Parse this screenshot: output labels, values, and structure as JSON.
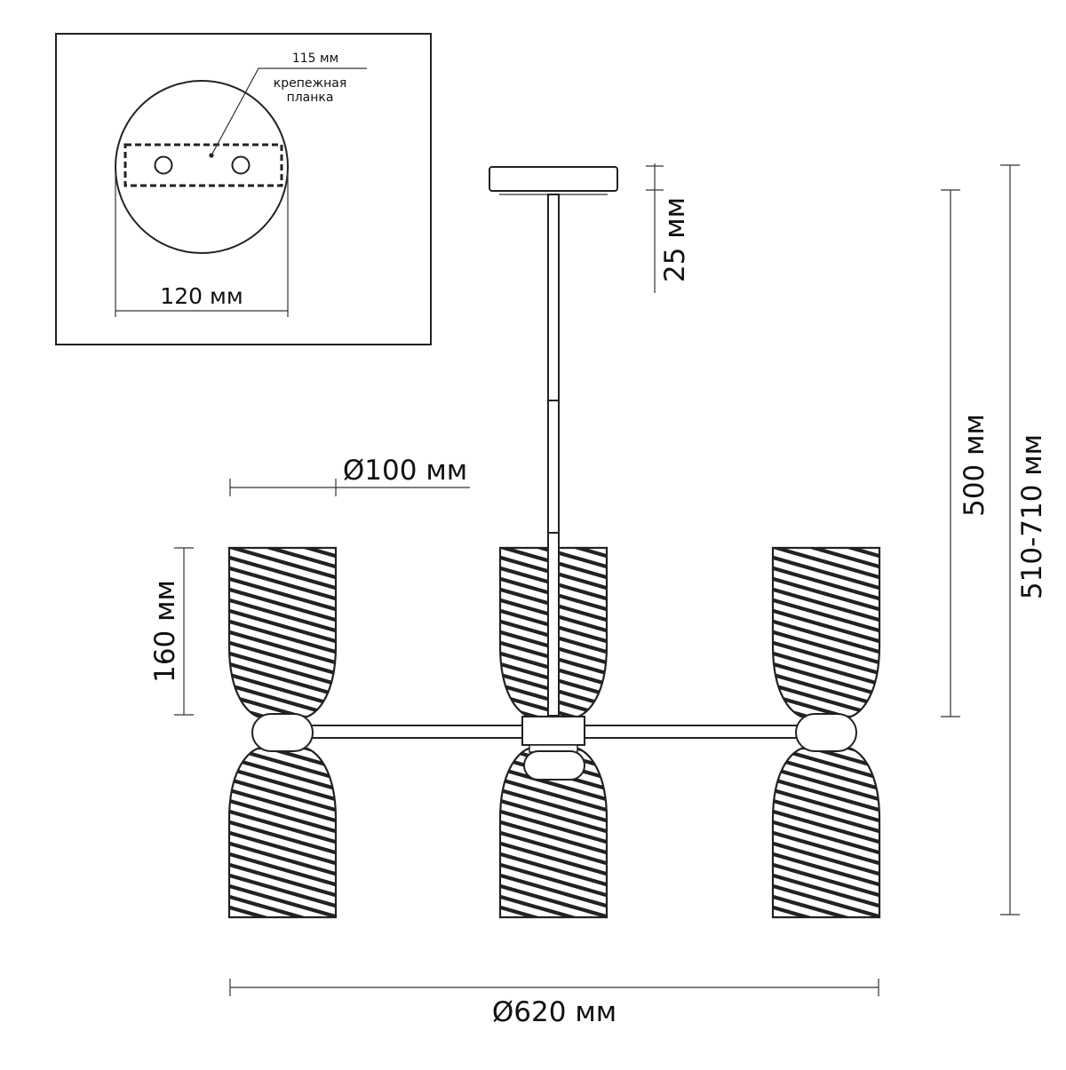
{
  "inset": {
    "plate_width_label": "115 мм",
    "plate_name_line1": "крепежная",
    "plate_name_line2": "планка",
    "canopy_diameter_label": "120 мм"
  },
  "dimensions": {
    "canopy_height_label": "25 мм",
    "shade_diameter_label": "Ø100 мм",
    "shade_height_label": "160 мм",
    "rod_length_label": "500 мм",
    "total_height_label": "510-710 мм",
    "total_diameter_label": "Ø620 мм"
  },
  "colors": {
    "line": "#222222",
    "background": "#ffffff"
  }
}
